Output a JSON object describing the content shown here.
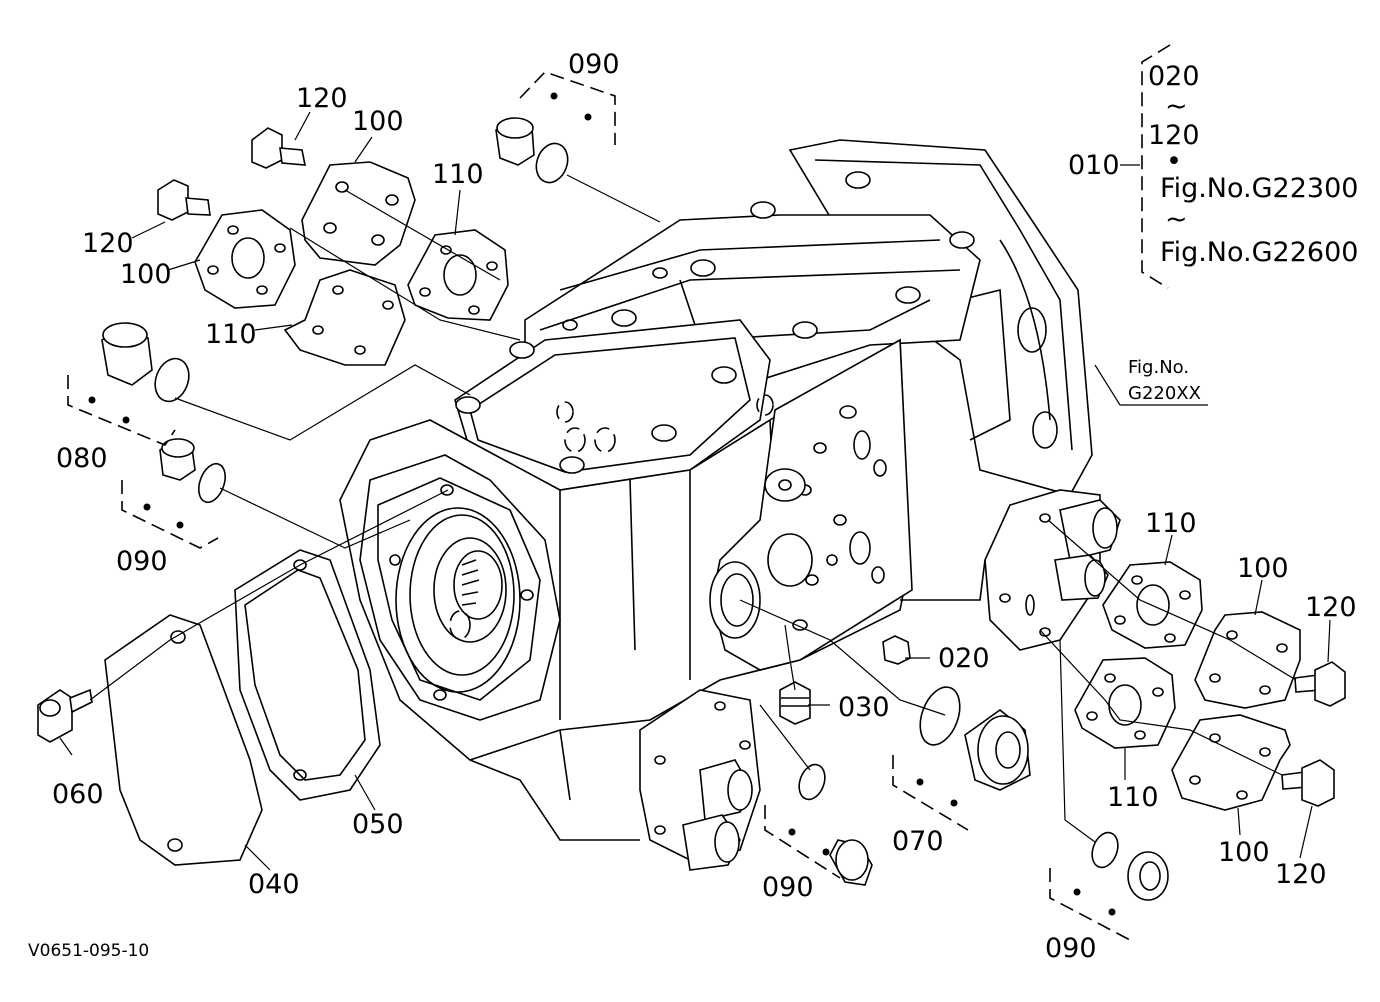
{
  "diagram": {
    "drawing_code": "V0651-095-10",
    "group_note": {
      "part": "010",
      "range_start": "020",
      "tilde": "~",
      "range_end": "120",
      "bullet": "•",
      "fig_start": "Fig.No.G22300",
      "fig_end": "Fig.No.G22600"
    },
    "fig_ref": {
      "line1": "Fig.No.",
      "line2": "G220XX"
    },
    "callouts": {
      "c020": "020",
      "c030": "030",
      "c040": "040",
      "c050": "050",
      "c060": "060",
      "c070": "070",
      "c080": "080",
      "c090_top": "090",
      "c090_left": "090",
      "c090_bottom": "090",
      "c090_right": "090",
      "c100_a": "100",
      "c100_b": "100",
      "c100_c": "100",
      "c100_d": "100",
      "c110_a": "110",
      "c110_b": "110",
      "c110_c": "110",
      "c110_d": "110",
      "c120_a": "120",
      "c120_b": "120",
      "c120_c": "120",
      "c120_d": "120"
    }
  }
}
